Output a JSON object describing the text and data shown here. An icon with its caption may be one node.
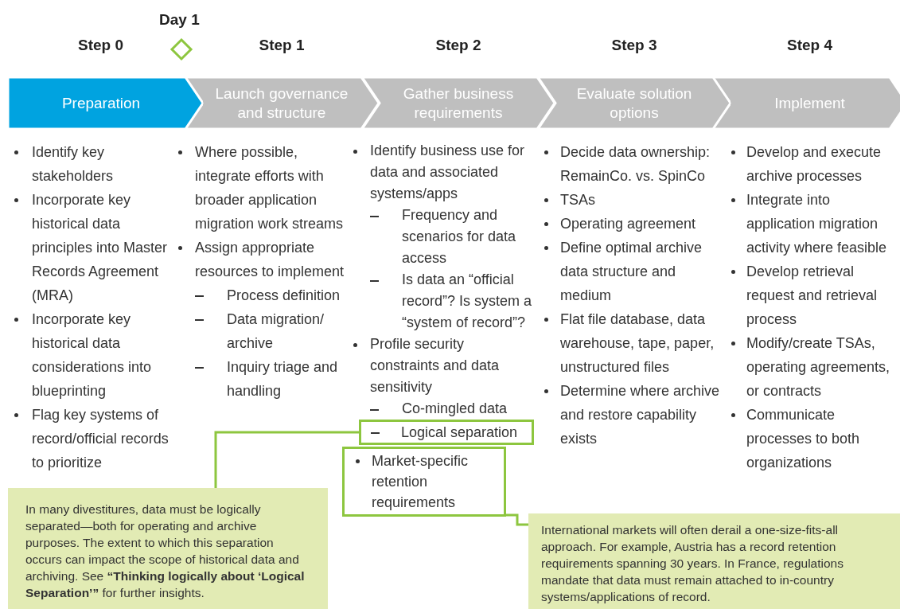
{
  "diagram": {
    "nodes": [
      {
        "text": [
          "Preparation"
        ],
        "beside": [
          "Step 0"
        ]
      },
      {
        "text": [
          "Launch governance and structure"
        ],
        "beside": [
          "Step 1"
        ]
      },
      {
        "text": [
          "Gather business requirements"
        ],
        "beside": [
          "Step 2"
        ]
      },
      {
        "text": [
          "Evaluate solution options"
        ],
        "beside": [
          "Step 3"
        ]
      },
      {
        "text": [
          "Implement"
        ],
        "beside": [
          "Step 4"
        ]
      },
      {
        "text": [
          "Logical separation"
        ]
      },
      {
        "text": [
          "Market-specific retention requirements"
        ]
      },
      {
        "text": [
          "In many divestitures, data must be logically separated—both for operating and archive purposes. The extent to which this separation occurs can impact the scope of historical data and archiving. See **“Thinking logically about ‘Logical Separation’”** for further insights."
        ]
      },
      {
        "text": [
          "International markets will often derail a one-size-fits-all approach. For example, Austria has a record retention requirements spanning 30 years. In France, regulations mandate that data must remain attached to in-country systems/applications of record."
        ]
      }
    ],
    "edges": [
      {
        "from": 5,
        "to": 7,
        "arrow": "none"
      },
      {
        "from": 6,
        "to": 8,
        "arrow": "none"
      }
    ],
    "labels": [
      "Day 1",
      "Identify key stakeholders",
      "Incorporate key historical data principles into Master Records Agreement (MRA)",
      "Incorporate key historical data considerations into blueprinting",
      "Flag key systems of record/official records to prioritize",
      "Where possible, integrate efforts with broader application migration work streams",
      "Assign appropriate resources to implement",
      "Process definition",
      "Data migration/ archive",
      "Inquiry triage and handling",
      "Identify business use for data and associated systems/apps",
      "Frequency and scenarios for data access",
      "Is data an “official record”? Is system a “system of record”?",
      "Profile security constraints and data sensitivity",
      "Co-mingled data",
      "Decide data ownership: RemainCo. vs. SpinCo",
      "TSAs",
      "Operating agreement",
      "Define optimal archive data structure and medium",
      "Flat file database, data warehouse, tape, paper, unstructured files",
      "Determine where archive and restore capability exists",
      "Develop and execute archive processes",
      "Integrate into application migration activity where feasible",
      "Develop retrieval request and retrieval process",
      "Modify/create TSAs, operating agreements, or contracts",
      "Communicate processes to both organizations"
    ]
  }
}
